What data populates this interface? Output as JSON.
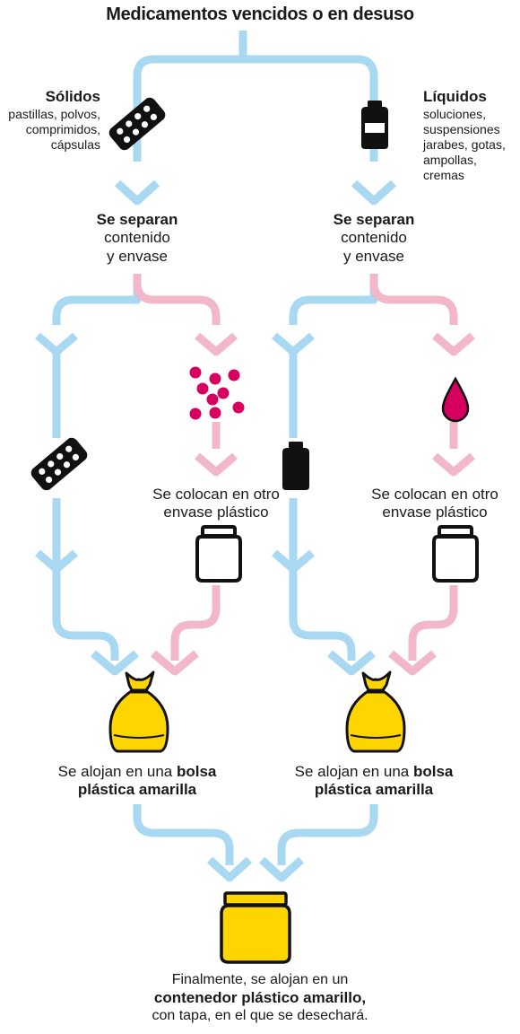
{
  "title": "Medicamentos vencidos o en desuso",
  "solids": {
    "heading": "Sólidos",
    "examples": [
      "pastillas, polvos,",
      "comprimidos,",
      "cápsulas"
    ]
  },
  "liquids": {
    "heading": "Líquidos",
    "examples": [
      "soluciones,",
      "suspensiones",
      "jarabes, gotas,",
      "ampollas, cremas"
    ]
  },
  "separate": {
    "bold": "Se separan",
    "line2": "contenido",
    "line3": "y envase"
  },
  "other_container": {
    "line1": "Se colocan en otro",
    "line2": "envase plástico"
  },
  "bag": {
    "prefix": "Se alojan en una ",
    "bold1": "bolsa",
    "bold2": "plástica amarilla"
  },
  "final": {
    "line1": "Finalmente, se alojan en un",
    "bold": "contenedor plástico amarillo,",
    "line3": "con tapa, en el que se desechará."
  },
  "colors": {
    "packaging_flow": "#a9d9f2",
    "content_flow": "#f2b7c8",
    "yellow": "#ffd500",
    "magenta": "#d6005f",
    "black": "#111111"
  },
  "icons": [
    "blister-pack-icon",
    "medicine-bottle-icon",
    "pills-icon",
    "drop-icon",
    "jar-icon",
    "yellow-bag-icon",
    "yellow-container-icon"
  ]
}
